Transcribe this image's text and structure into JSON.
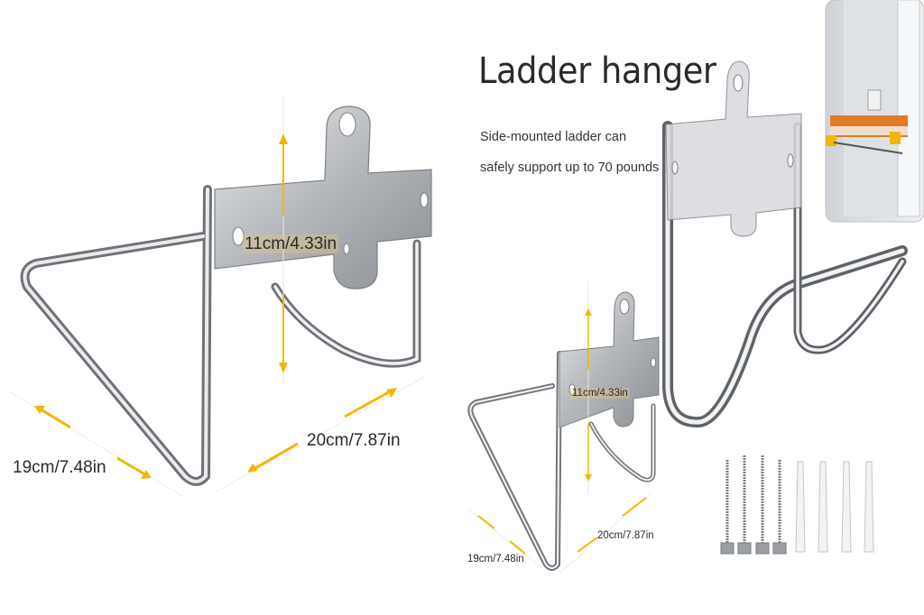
{
  "title": "Ladder hanger",
  "description": {
    "line1": "Side-mounted ladder can",
    "line2": "safely support up to 70 pounds"
  },
  "dimensions_large": {
    "height": "11cm/4.33in",
    "width": "20cm/7.87in",
    "depth": "19cm/7.48in"
  },
  "dimensions_small": {
    "height": "11cm/4.33in",
    "width": "20cm/7.87in",
    "depth": "19cm/7.48in"
  },
  "colors": {
    "accent": "#f2b705",
    "metal": "#b9bcc0",
    "text": "#2a2a2a"
  },
  "hardware": {
    "screws": 4,
    "anchors": 4
  },
  "icons": [
    "ladder-hanger-product",
    "screw-icon",
    "wall-anchor-icon",
    "dimension-arrow-icon",
    "install-photo"
  ]
}
